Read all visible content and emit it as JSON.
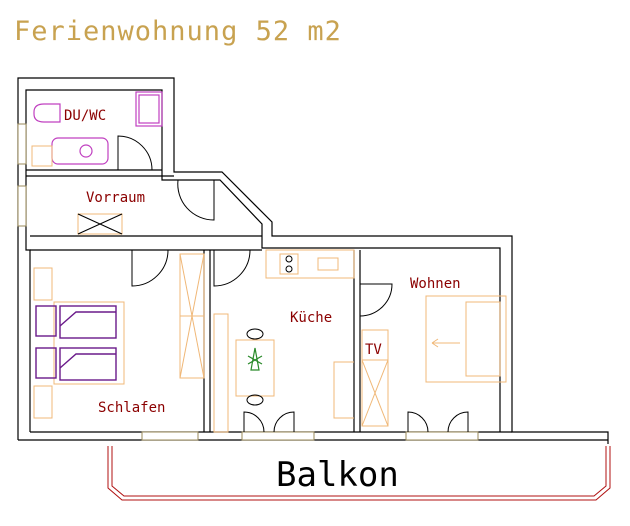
{
  "title": "Ferienwohnung 52 m2",
  "rooms": {
    "bath": "DU/WC",
    "hall": "Vorraum",
    "bedroom": "Schlafen",
    "kitchen": "Küche",
    "living": "Wohnen",
    "tv": "TV",
    "balcony": "Balkon"
  },
  "colors": {
    "title": "#c8a250",
    "room_label": "#8b0000",
    "walls": "#000000",
    "furniture": "#f0b878",
    "bed": "#6a1a8a",
    "sanitary": "#c040c0",
    "plant": "#2a8a2a",
    "balcony_rail": "#b01010"
  }
}
